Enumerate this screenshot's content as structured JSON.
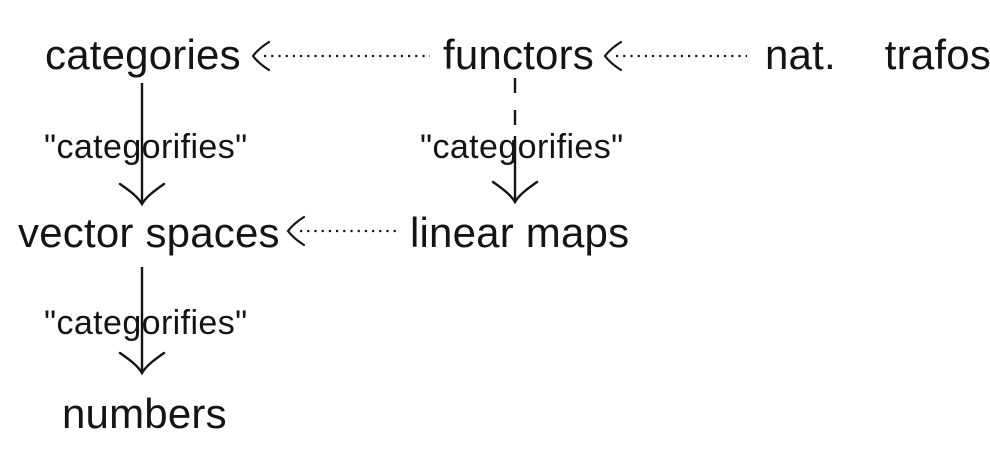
{
  "nodes": {
    "categories": "categories",
    "functors": "functors",
    "nat_trafos": "nat.  trafos",
    "vector_spaces": "vector spaces",
    "linear_maps": "linear maps",
    "numbers": "numbers"
  },
  "edge_labels": {
    "categories_to_vector_spaces": "\"categorifies\"",
    "functors_to_linear_maps": "\"categorifies\"",
    "vector_spaces_to_numbers": "\"categorifies\""
  },
  "colors": {
    "ink": "#141414",
    "background": "#ffffff"
  }
}
